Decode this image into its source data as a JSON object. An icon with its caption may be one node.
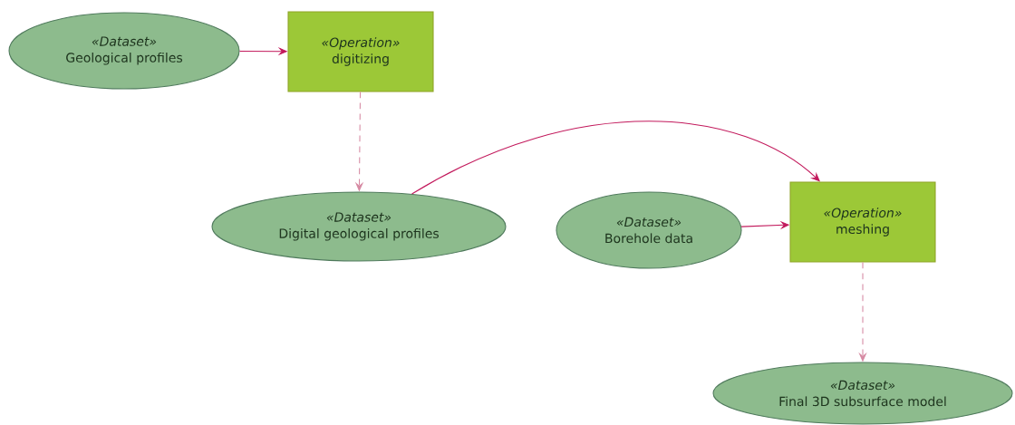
{
  "diagram": {
    "nodes": [
      {
        "text": [
          "*«Dataset»*",
          "Geological profiles"
        ]
      },
      {
        "text": [
          "*«Operation»*",
          "digitizing"
        ]
      },
      {
        "text": [
          "*«Dataset»*",
          "Digital geological profiles"
        ]
      },
      {
        "text": [
          "*«Dataset»*",
          "Borehole data"
        ]
      },
      {
        "text": [
          "*«Operation»*",
          "meshing"
        ]
      },
      {
        "text": [
          "*«Dataset»*",
          "Final 3D subsurface model"
        ]
      }
    ],
    "edges": [
      {
        "from": 0,
        "to": 1,
        "arrow": "to"
      },
      {
        "from": 1,
        "to": 2,
        "arrow": "to",
        "style": "dashed",
        "color": "#d68aa3"
      },
      {
        "from": 2,
        "to": 4,
        "arrow": "to"
      },
      {
        "from": 3,
        "to": 4,
        "arrow": "to"
      },
      {
        "from": 4,
        "to": 5,
        "arrow": "to",
        "style": "dashed",
        "color": "#d68aa3"
      }
    ]
  }
}
